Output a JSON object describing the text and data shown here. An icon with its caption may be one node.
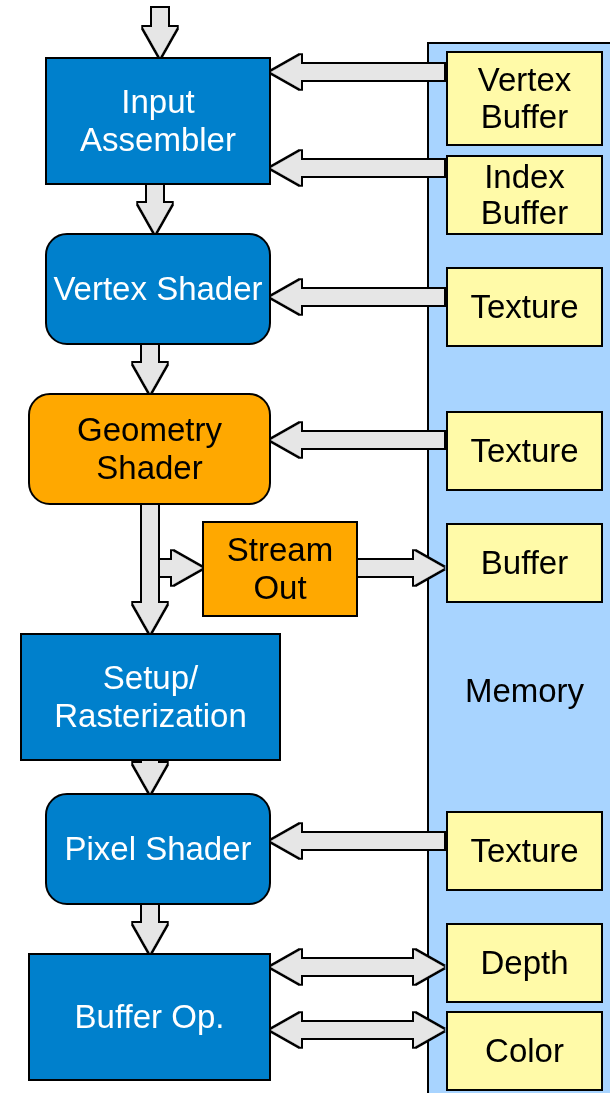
{
  "diagram": {
    "nodes": [
      {
        "text": [
          "Memory"
        ]
      },
      {
        "text": [
          "Input Assembler"
        ]
      },
      {
        "text": [
          "Vertex Shader"
        ]
      },
      {
        "text": [
          "Geometry Shader"
        ]
      },
      {
        "text": [
          "Stream Out"
        ]
      },
      {
        "text": [
          "Setup/ Rasterization"
        ]
      },
      {
        "text": [
          "Pixel Shader"
        ]
      },
      {
        "text": [
          "Buffer Op."
        ]
      },
      {
        "text": [
          "Vertex Buffer"
        ],
        "in": 0
      },
      {
        "text": [
          "Index Buffer"
        ],
        "in": 0
      },
      {
        "text": [
          "Texture"
        ],
        "in": 0
      },
      {
        "text": [
          "Texture"
        ],
        "in": 0
      },
      {
        "text": [
          "Buffer"
        ],
        "in": 0
      },
      {
        "text": [
          "Texture"
        ],
        "in": 0
      },
      {
        "text": [
          "Depth"
        ],
        "in": 0
      },
      {
        "text": [
          "Color"
        ],
        "in": 0
      }
    ],
    "edges": [
      {
        "from": null,
        "to": 1,
        "arrow": "to"
      },
      {
        "from": 8,
        "to": 1,
        "arrow": "to"
      },
      {
        "from": 9,
        "to": 1,
        "arrow": "to"
      },
      {
        "from": 1,
        "to": 2,
        "arrow": "to"
      },
      {
        "from": 10,
        "to": 2,
        "arrow": "to"
      },
      {
        "from": 2,
        "to": 3,
        "arrow": "to"
      },
      {
        "from": 11,
        "to": 3,
        "arrow": "to"
      },
      {
        "from": 3,
        "to": 4,
        "arrow": "to"
      },
      {
        "from": 3,
        "to": 5,
        "arrow": "to"
      },
      {
        "from": 4,
        "to": 12,
        "arrow": "to"
      },
      {
        "from": 5,
        "to": 6,
        "arrow": "to"
      },
      {
        "from": 13,
        "to": 6,
        "arrow": "to"
      },
      {
        "from": 6,
        "to": 7,
        "arrow": "to"
      },
      {
        "from": 7,
        "to": 14,
        "arrow": "both"
      },
      {
        "from": 7,
        "to": 15,
        "arrow": "both"
      }
    ]
  }
}
